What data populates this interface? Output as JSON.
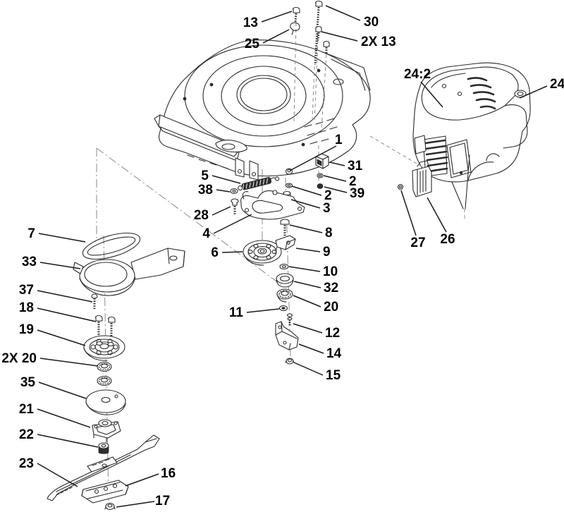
{
  "figure": {
    "background": "#ffffff",
    "line_color": "#2b2b2b",
    "label_color": "#000000"
  },
  "callouts": [
    {
      "id": "13-top",
      "label": "13"
    },
    {
      "id": "30",
      "label": "30"
    },
    {
      "id": "25",
      "label": "25"
    },
    {
      "id": "2x13",
      "label": "2X 13"
    },
    {
      "id": "24-2",
      "label": "24:2"
    },
    {
      "id": "24",
      "label": "24"
    },
    {
      "id": "1",
      "label": "1"
    },
    {
      "id": "31",
      "label": "31"
    },
    {
      "id": "2-right",
      "label": "2"
    },
    {
      "id": "39",
      "label": "39"
    },
    {
      "id": "2-left",
      "label": "2"
    },
    {
      "id": "3",
      "label": "3"
    },
    {
      "id": "5",
      "label": "5"
    },
    {
      "id": "38",
      "label": "38"
    },
    {
      "id": "28",
      "label": "28"
    },
    {
      "id": "4",
      "label": "4"
    },
    {
      "id": "6",
      "label": "6"
    },
    {
      "id": "8",
      "label": "8"
    },
    {
      "id": "9",
      "label": "9"
    },
    {
      "id": "10",
      "label": "10"
    },
    {
      "id": "32",
      "label": "32"
    },
    {
      "id": "20",
      "label": "20"
    },
    {
      "id": "11",
      "label": "11"
    },
    {
      "id": "12",
      "label": "12"
    },
    {
      "id": "14",
      "label": "14"
    },
    {
      "id": "15",
      "label": "15"
    },
    {
      "id": "27",
      "label": "27"
    },
    {
      "id": "26",
      "label": "26"
    },
    {
      "id": "7",
      "label": "7"
    },
    {
      "id": "33",
      "label": "33"
    },
    {
      "id": "37",
      "label": "37"
    },
    {
      "id": "18",
      "label": "18"
    },
    {
      "id": "19",
      "label": "19"
    },
    {
      "id": "2x20",
      "label": "2X 20"
    },
    {
      "id": "35",
      "label": "35"
    },
    {
      "id": "21",
      "label": "21"
    },
    {
      "id": "22",
      "label": "22"
    },
    {
      "id": "23",
      "label": "23"
    },
    {
      "id": "16",
      "label": "16"
    },
    {
      "id": "17",
      "label": "17"
    }
  ]
}
